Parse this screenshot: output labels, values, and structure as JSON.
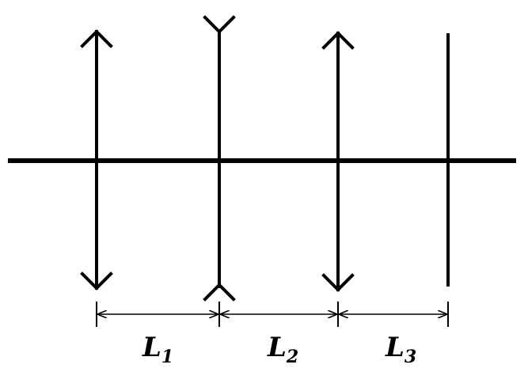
{
  "diagram": {
    "elements": [
      {
        "name": "converging-lens-1",
        "type": "converging"
      },
      {
        "name": "diverging-lens",
        "type": "diverging"
      },
      {
        "name": "converging-lens-2",
        "type": "converging"
      },
      {
        "name": "screen",
        "type": "plane"
      }
    ],
    "distances": [
      {
        "symbol": "L",
        "subscript": "1"
      },
      {
        "symbol": "L",
        "subscript": "2"
      },
      {
        "symbol": "L",
        "subscript": "3"
      }
    ],
    "colors": {
      "line": "#000000",
      "background": "#ffffff"
    }
  }
}
